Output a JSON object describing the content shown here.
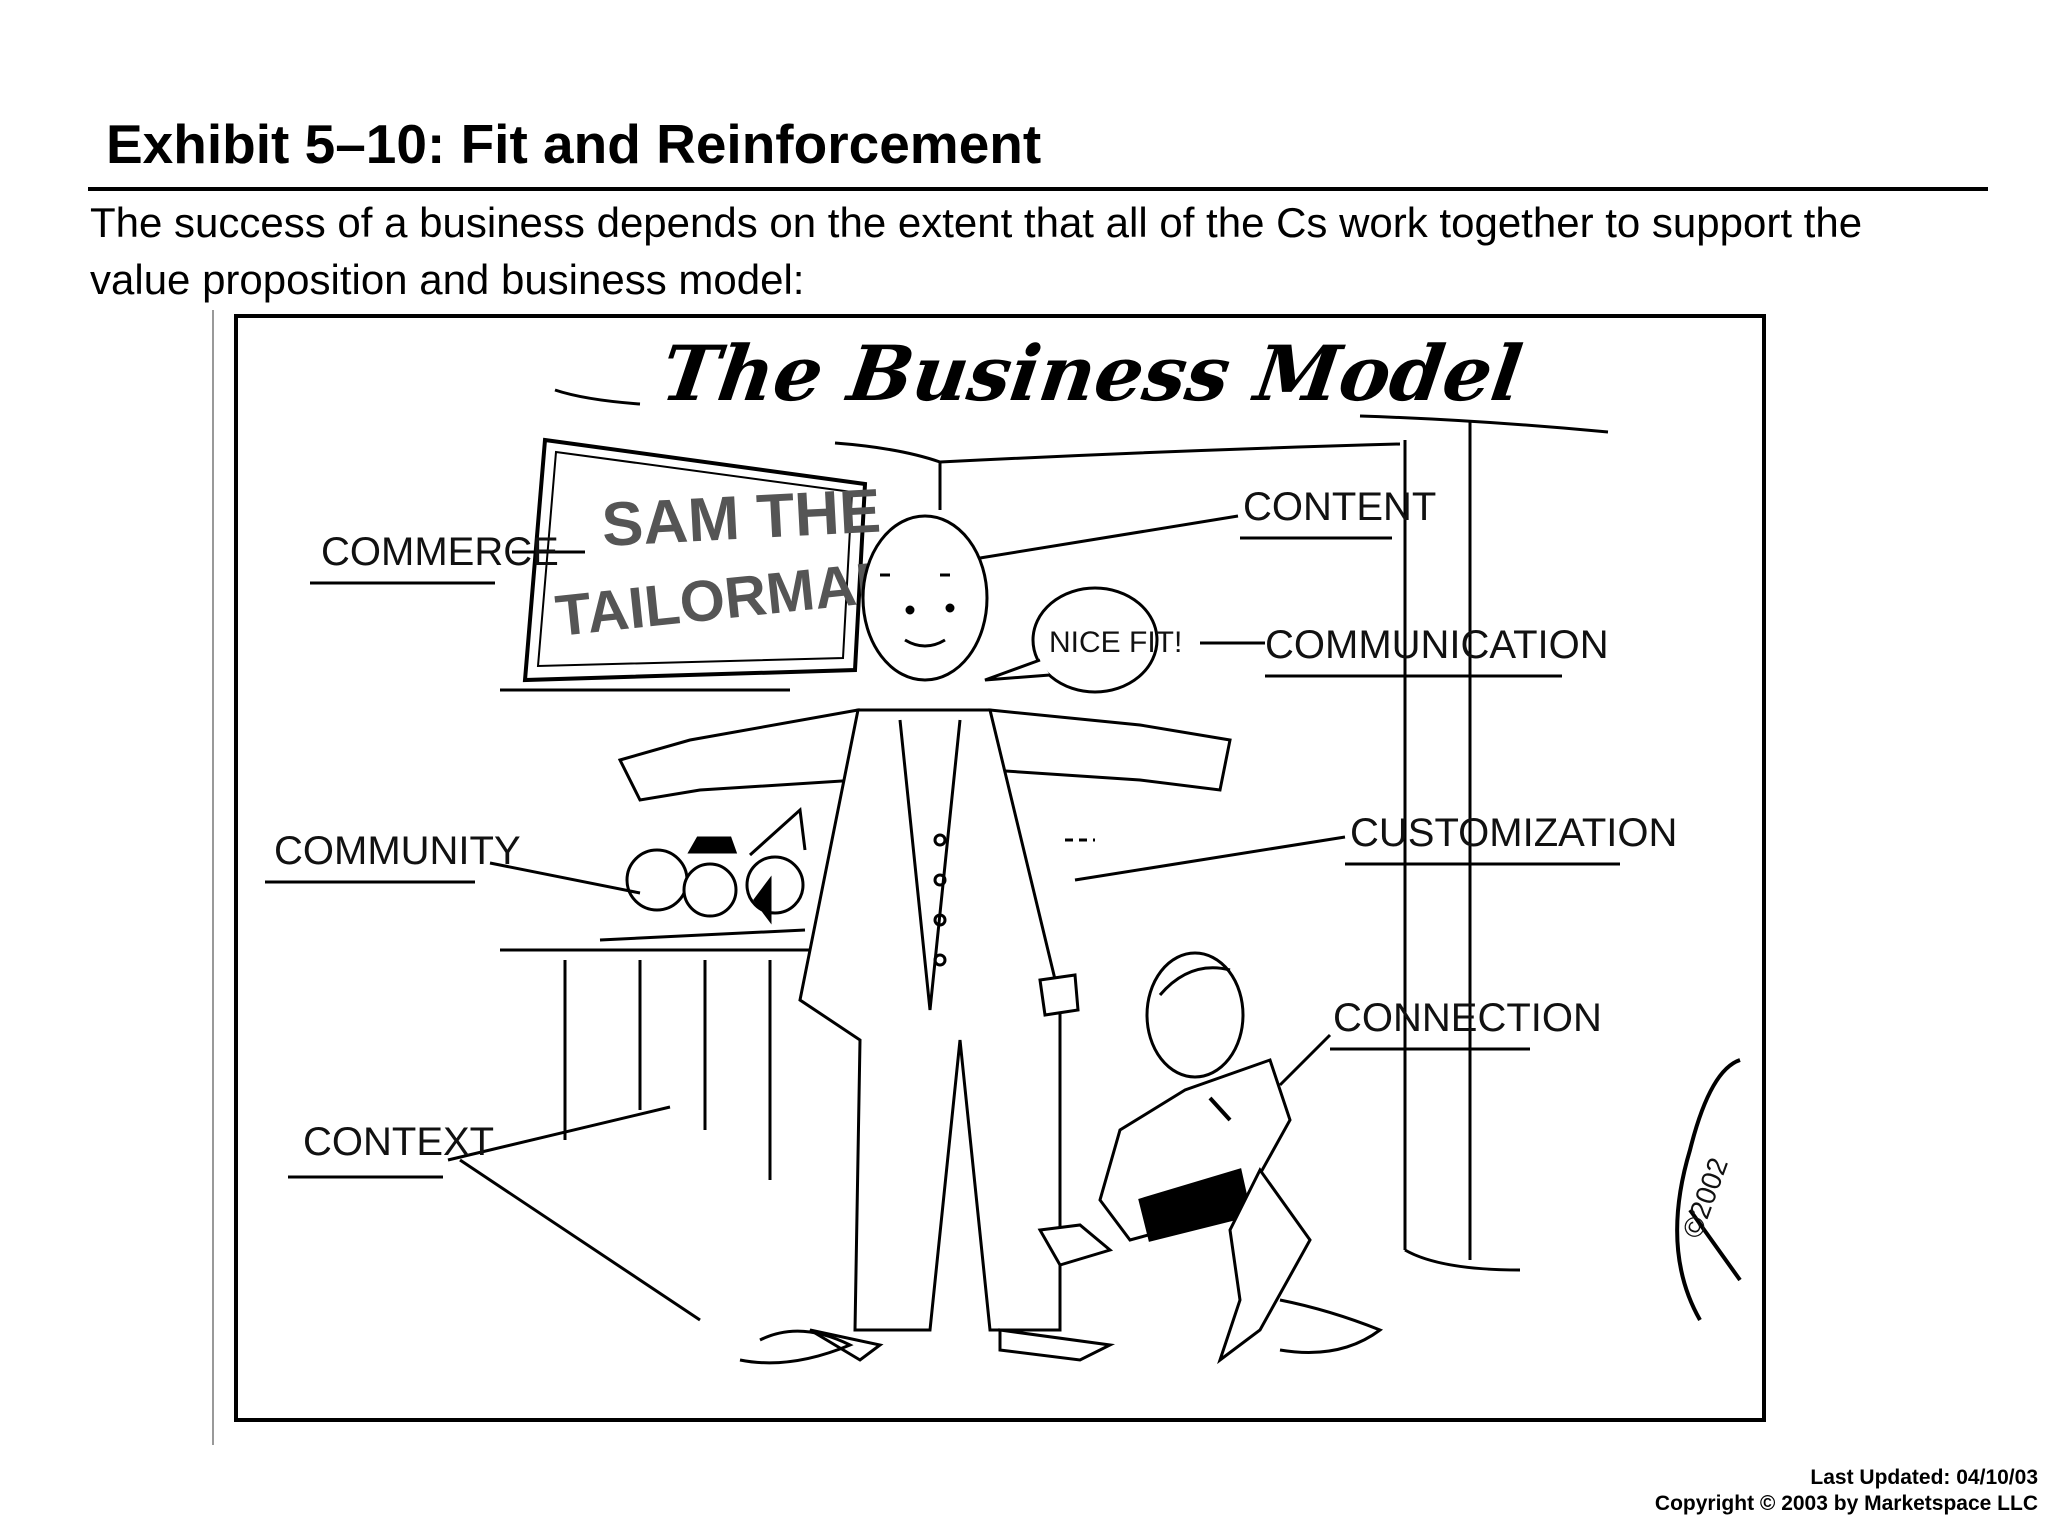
{
  "header": {
    "title": "Exhibit 5–10: Fit and Reinforcement",
    "subtitle": "The success of a business depends on the extent that all of the Cs work together to support the value proposition and business model:"
  },
  "cartoon": {
    "title": "The Business Model",
    "sign": {
      "line1": "SAM THE",
      "line2": "TAILORMAN"
    },
    "speech": "NICE FIT!",
    "signature": "©2002",
    "labels": {
      "content": "CONTENT",
      "commerce": "COMMERCE",
      "communication": "COMMUNICATION",
      "community": "COMMUNITY",
      "customization": "CUSTOMIZATION",
      "connection": "CONNECTION",
      "context": "CONTEXT"
    }
  },
  "footer": {
    "updated": "Last Updated: 04/10/03",
    "copyright": "Copyright © 2003 by Marketspace LLC"
  }
}
